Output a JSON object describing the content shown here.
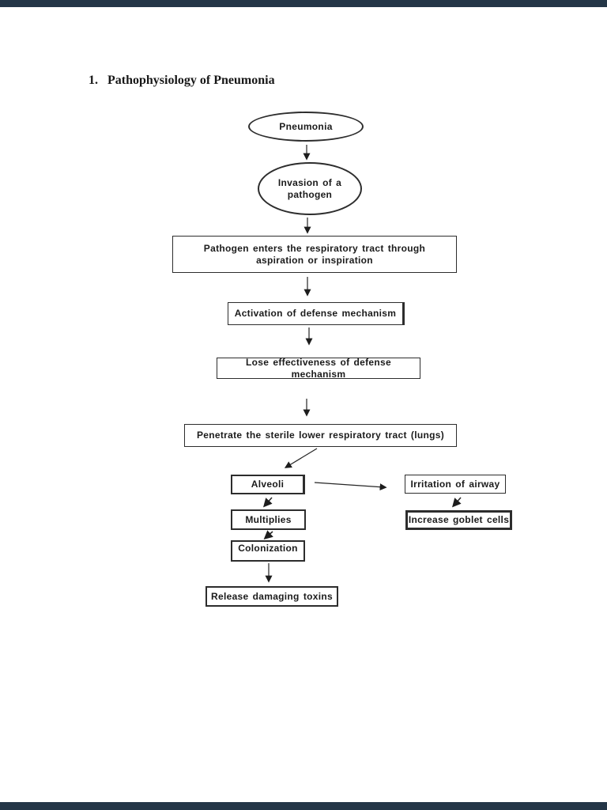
{
  "page": {
    "background": "#ffffff",
    "viewer_bar_color": "#243647"
  },
  "document": {
    "heading_number": "1.",
    "heading_text": "Pathophysiology of Pneumonia"
  },
  "flowchart": {
    "nodes": {
      "pneumonia": {
        "shape": "ellipse",
        "label": "Pneumonia"
      },
      "invasion": {
        "shape": "ellipse",
        "label": "Invasion of a pathogen"
      },
      "pathogen_enters": {
        "shape": "rect",
        "label": "Pathogen enters the respiratory tract through aspiration or inspiration"
      },
      "activation": {
        "shape": "rect",
        "label": "Activation of defense mechanism"
      },
      "lose_effectiveness": {
        "shape": "rect",
        "label": "Lose effectiveness of defense mechanism"
      },
      "penetrate": {
        "shape": "rect",
        "label": "Penetrate the sterile lower respiratory tract (lungs)"
      },
      "alveoli": {
        "shape": "rect",
        "label": "Alveoli"
      },
      "irritation": {
        "shape": "rect",
        "label": "Irritation of airway"
      },
      "multiplies": {
        "shape": "rect",
        "label": "Multiplies"
      },
      "increase_goblet": {
        "shape": "rect",
        "label": "Increase goblet cells"
      },
      "colonization": {
        "shape": "rect",
        "label": "Colonization"
      },
      "release_toxins": {
        "shape": "rect",
        "label": "Release damaging toxins"
      }
    },
    "edges": [
      {
        "from": "pneumonia",
        "to": "invasion"
      },
      {
        "from": "invasion",
        "to": "pathogen_enters"
      },
      {
        "from": "pathogen_enters",
        "to": "activation"
      },
      {
        "from": "activation",
        "to": "lose_effectiveness"
      },
      {
        "from": "lose_effectiveness",
        "to": "penetrate"
      },
      {
        "from": "penetrate",
        "to": "alveoli"
      },
      {
        "from": "alveoli",
        "to": "irritation"
      },
      {
        "from": "alveoli",
        "to": "multiplies"
      },
      {
        "from": "irritation",
        "to": "increase_goblet"
      },
      {
        "from": "multiplies",
        "to": "colonization"
      },
      {
        "from": "colonization",
        "to": "release_toxins"
      }
    ]
  }
}
